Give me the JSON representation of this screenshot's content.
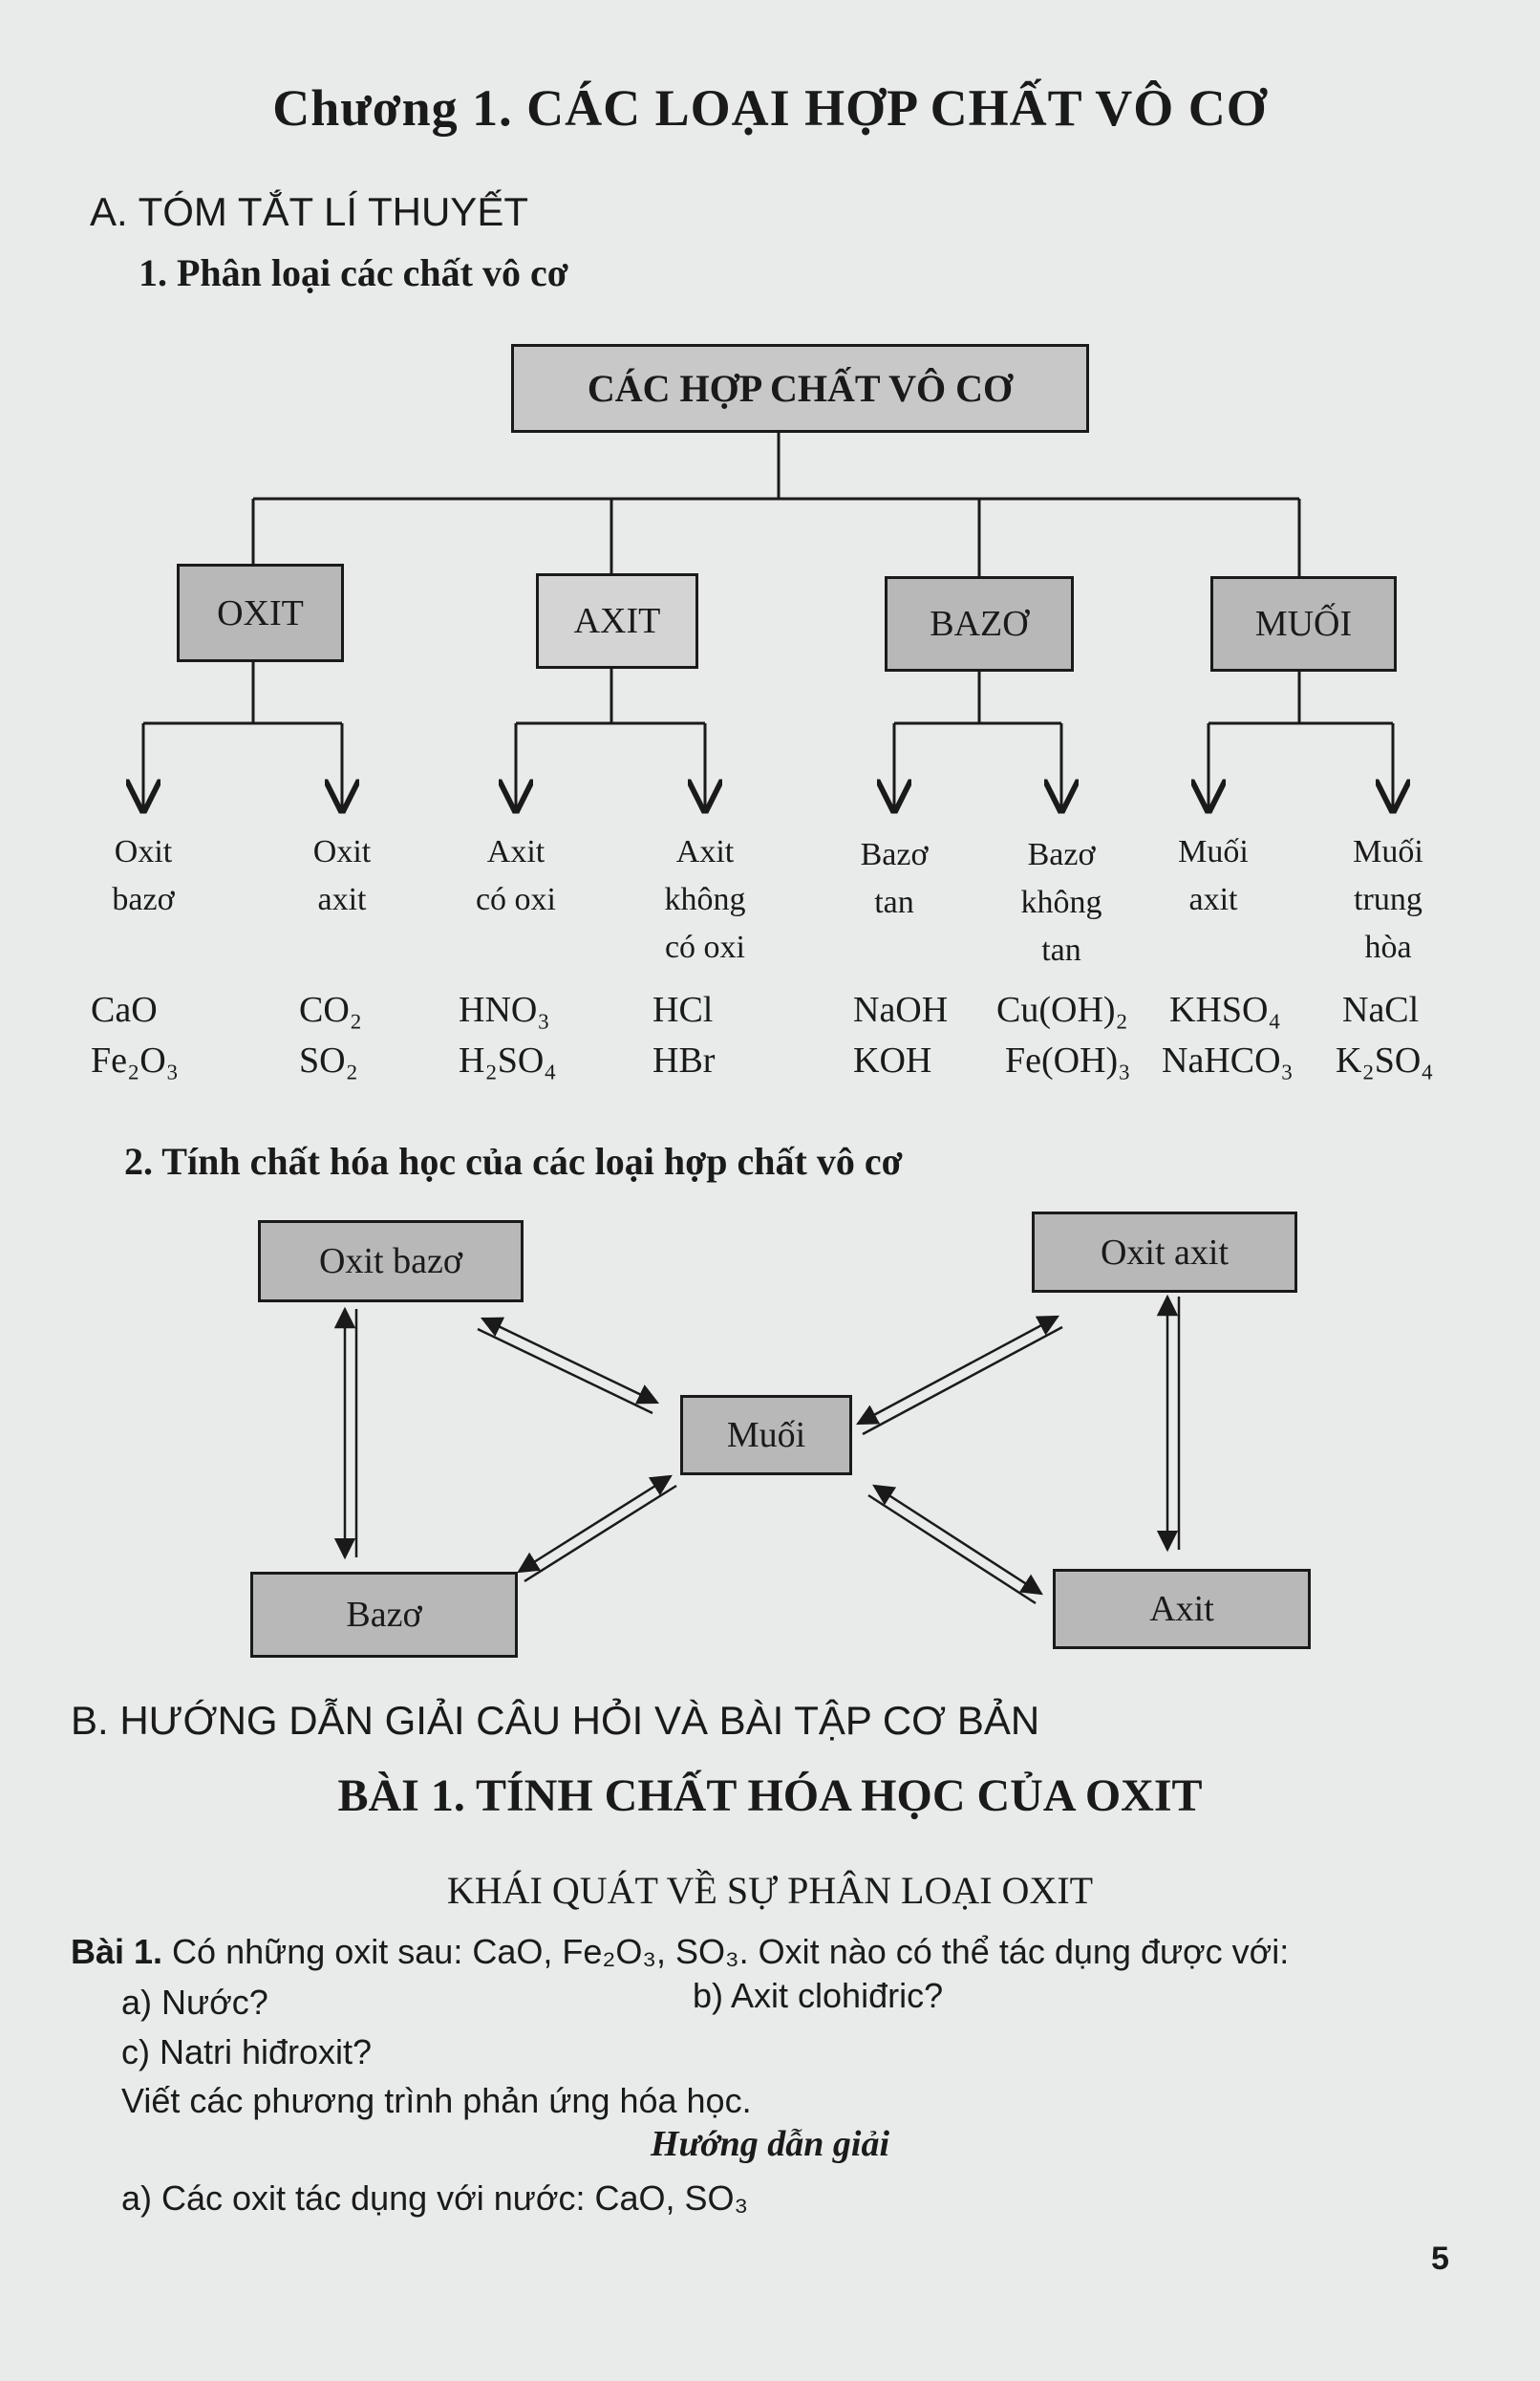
{
  "chapter_title": "Chương 1. CÁC LOẠI HỢP CHẤT VÔ CƠ",
  "section_a": "A. TÓM TẮT LÍ THUYẾT",
  "subsection_1": "1. Phân loại các chất vô cơ",
  "tree": {
    "root": "CÁC HỢP CHẤT VÔ CƠ",
    "groups": [
      "OXIT",
      "AXIT",
      "BAZƠ",
      "MUỐI"
    ],
    "leaves": [
      {
        "lines": [
          "Oxit",
          "bazơ"
        ]
      },
      {
        "lines": [
          "Oxit",
          "axit"
        ]
      },
      {
        "lines": [
          "Axit",
          "có oxi"
        ]
      },
      {
        "lines": [
          "Axit",
          "không",
          "có oxi"
        ]
      },
      {
        "lines": [
          "Bazơ",
          "tan"
        ]
      },
      {
        "lines": [
          "Bazơ",
          "không",
          "tan"
        ]
      },
      {
        "lines": [
          "Muối",
          "axit"
        ]
      },
      {
        "lines": [
          "Muối",
          "trung",
          "hòa"
        ]
      }
    ],
    "examples": [
      [
        "CaO",
        "Fe₂O₃"
      ],
      [
        "CO₂",
        "SO₂"
      ],
      [
        "HNO₃",
        "H₂SO₄"
      ],
      [
        "HCl",
        "HBr"
      ],
      [
        "NaOH",
        "KOH"
      ],
      [
        "Cu(OH)₂",
        "Fe(OH)₃"
      ],
      [
        "KHSO₄",
        "NaHCO₃"
      ],
      [
        "NaCl",
        "K₂SO₄"
      ]
    ]
  },
  "subsection_2": "2. Tính chất hóa học của các loại hợp chất vô cơ",
  "diagram": {
    "oxit_bazo": "Oxit bazơ",
    "oxit_axit": "Oxit axit",
    "muoi": "Muối",
    "bazo": "Bazơ",
    "axit": "Axit"
  },
  "section_b": "B. HƯỚNG DẪN GIẢI CÂU HỎI VÀ BÀI TẬP CƠ BẢN",
  "lesson_title": "BÀI 1. TÍNH CHẤT HÓA HỌC CỦA OXIT",
  "lesson_subtitle": "KHÁI QUÁT VỀ SỰ PHÂN LOẠI OXIT",
  "exercise": {
    "label": "Bài 1.",
    "prompt": " Có những oxit sau: CaO, Fe₂O₃, SO₃. Oxit nào có thể tác dụng được với:",
    "a": "a) Nước?",
    "b": "b) Axit clohiđric?",
    "c": "c) Natri hiđroxit?",
    "instruction": "Viết các phương trình phản ứng hóa học.",
    "guide_title": "Hướng dẫn giải",
    "answer_a": "a) Các oxit tác dụng với nước: CaO, SO₃"
  },
  "page_number": "5"
}
